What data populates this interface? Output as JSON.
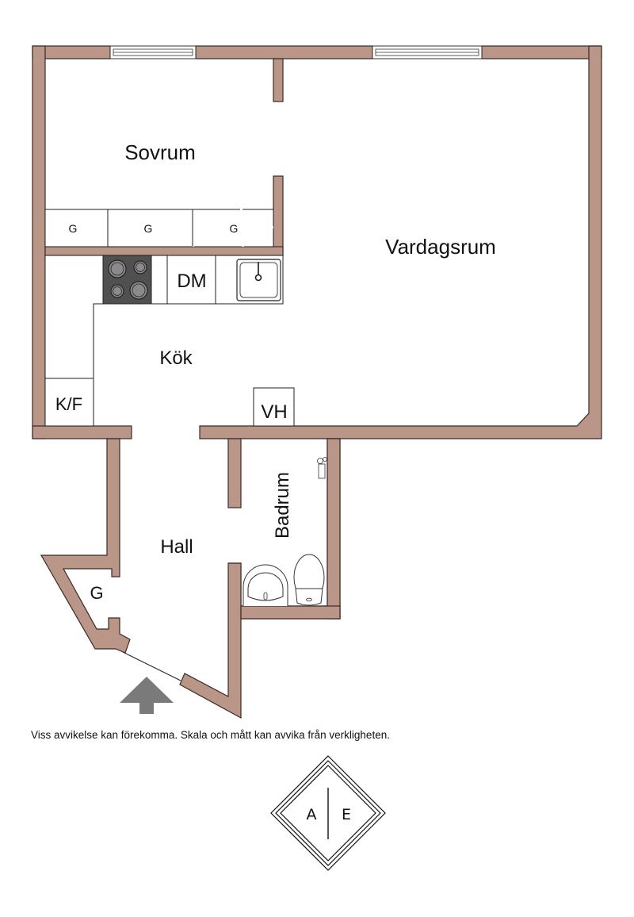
{
  "floorplan": {
    "rooms": {
      "sovrum": "Sovrum",
      "vardagsrum": "Vardagsrum",
      "kok": "Kök",
      "hall": "Hall",
      "badrum": "Badrum"
    },
    "fixtures": {
      "closet_1": "G",
      "closet_2": "G",
      "closet_3": "G",
      "hall_closet": "G",
      "dishwasher": "DM",
      "fridge_freezer": "K/F",
      "washbasin_vh": "VH"
    },
    "icons": {
      "stove": "stove-icon",
      "sink": "kitchen-sink-icon",
      "toilet": "toilet-icon",
      "washbasin": "washbasin-icon",
      "shower": "shower-icon",
      "entrance": "entrance-arrow-icon",
      "window": "window-icon"
    },
    "colors": {
      "wall": "#b99687",
      "stove": "#505050",
      "entrance_arrow": "#7a7a7a"
    }
  },
  "footer": {
    "disclaimer": "Viss avvikelse kan förekomma. Skala och mått kan avvika från verkligheten."
  },
  "logo": {
    "left_letter": "A",
    "right_letter": "E"
  }
}
